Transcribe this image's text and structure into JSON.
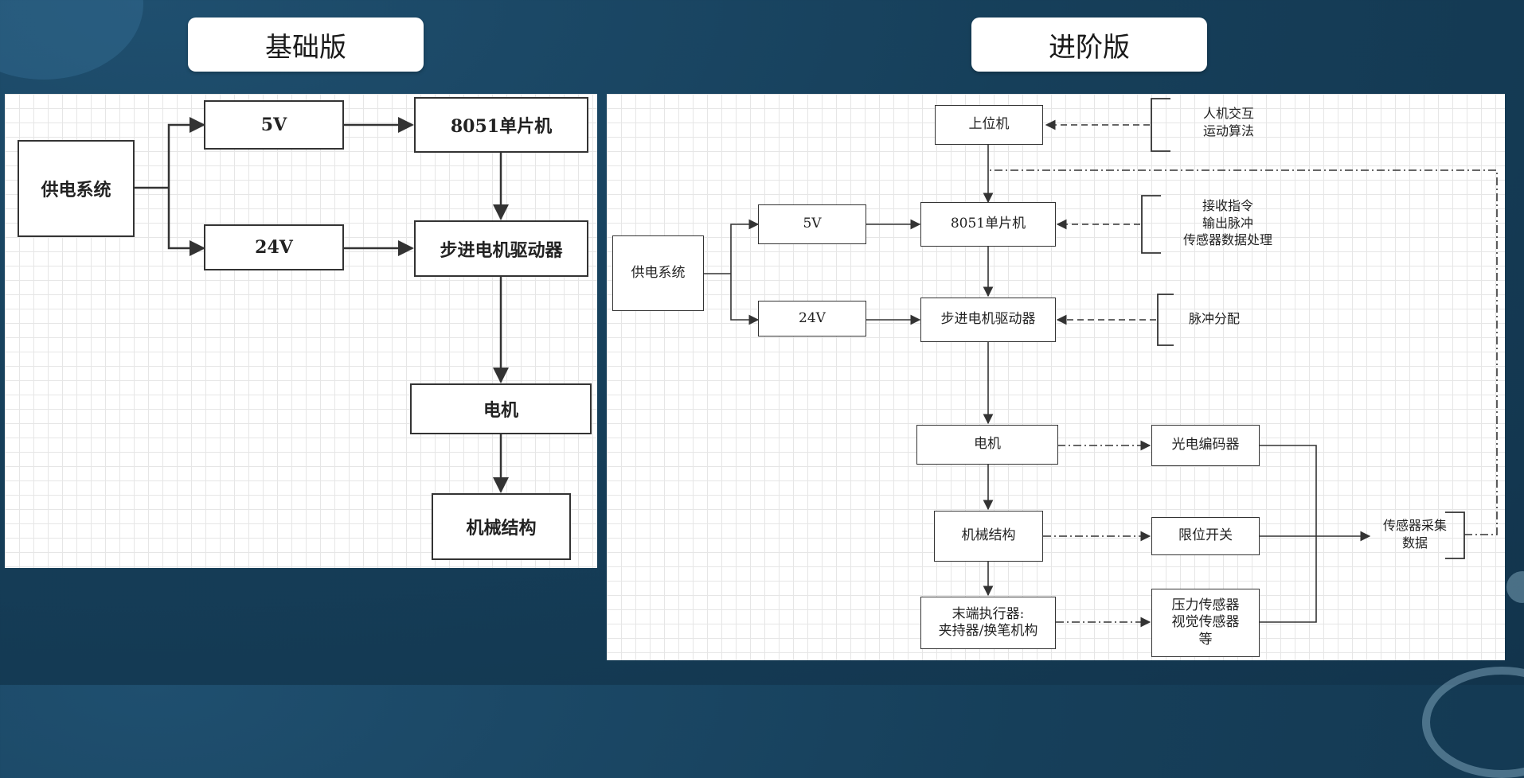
{
  "titles": {
    "basic": "基础版",
    "advanced": "进阶版"
  },
  "basic": {
    "power": "供电系统",
    "v5": "5V",
    "v24": "24V",
    "mcu": "8051单片机",
    "driver": "步进电机驱动器",
    "motor": "电机",
    "mech": "机械结构"
  },
  "advanced": {
    "host": "上位机",
    "power": "供电系统",
    "v5": "5V",
    "v24": "24V",
    "mcu": "8051单片机",
    "driver": "步进电机驱动器",
    "motor": "电机",
    "mech": "机械结构",
    "effector_line1": "末端执行器:",
    "effector_line2": "夹持器/换笔机构",
    "encoder": "光电编码器",
    "limit": "限位开关",
    "sensors_line1": "压力传感器",
    "sensors_line2": "视觉传感器",
    "sensors_line3": "等",
    "notes": {
      "host_1": "人机交互",
      "host_2": "运动算法",
      "mcu_1": "接收指令",
      "mcu_2": "输出脉冲",
      "mcu_3": "传感器数据处理",
      "driver_1": "脉冲分配",
      "sensor_1": "传感器采集",
      "sensor_2": "数据"
    }
  }
}
